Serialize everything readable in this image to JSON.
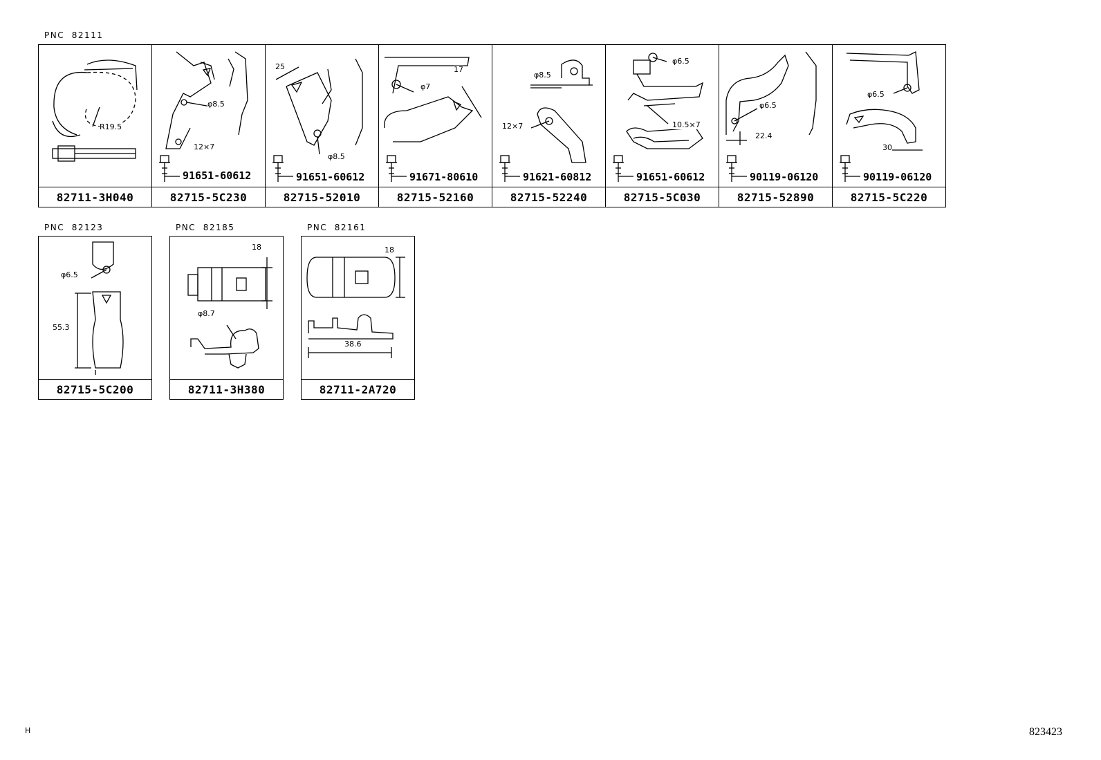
{
  "groups": [
    {
      "pnc": "PNC  82111",
      "items": [
        {
          "part_no": "82711-3H040",
          "bolt": "",
          "dims": [
            "R19.5"
          ]
        },
        {
          "part_no": "82715-5C230",
          "bolt": "91651-60612",
          "dims": [
            "φ8.5",
            "12×7"
          ]
        },
        {
          "part_no": "82715-52010",
          "bolt": "91651-60612",
          "dims": [
            "25",
            "φ8.5"
          ]
        },
        {
          "part_no": "82715-52160",
          "bolt": "91671-80610",
          "dims": [
            "φ7",
            "17"
          ]
        },
        {
          "part_no": "82715-52240",
          "bolt": "91621-60812",
          "dims": [
            "φ8.5",
            "12×7"
          ]
        },
        {
          "part_no": "82715-5C030",
          "bolt": "91651-60612",
          "dims": [
            "φ6.5",
            "10.5×7"
          ]
        },
        {
          "part_no": "82715-52890",
          "bolt": "90119-06120",
          "dims": [
            "φ6.5",
            "22.4"
          ]
        },
        {
          "part_no": "82715-5C220",
          "bolt": "90119-06120",
          "dims": [
            "φ6.5",
            "30"
          ]
        }
      ]
    },
    {
      "pnc": "PNC  82123",
      "items": [
        {
          "part_no": "82715-5C200",
          "bolt": "",
          "dims": [
            "φ6.5",
            "55.3"
          ]
        }
      ]
    },
    {
      "pnc": "PNC  82185",
      "items": [
        {
          "part_no": "82711-3H380",
          "bolt": "",
          "dims": [
            "18",
            "φ8.7"
          ]
        }
      ]
    },
    {
      "pnc": "PNC  82161",
      "items": [
        {
          "part_no": "82711-2A720",
          "bolt": "",
          "dims": [
            "18",
            "38.6"
          ]
        }
      ]
    }
  ],
  "corner_mark": "H",
  "ref_number": "823423"
}
